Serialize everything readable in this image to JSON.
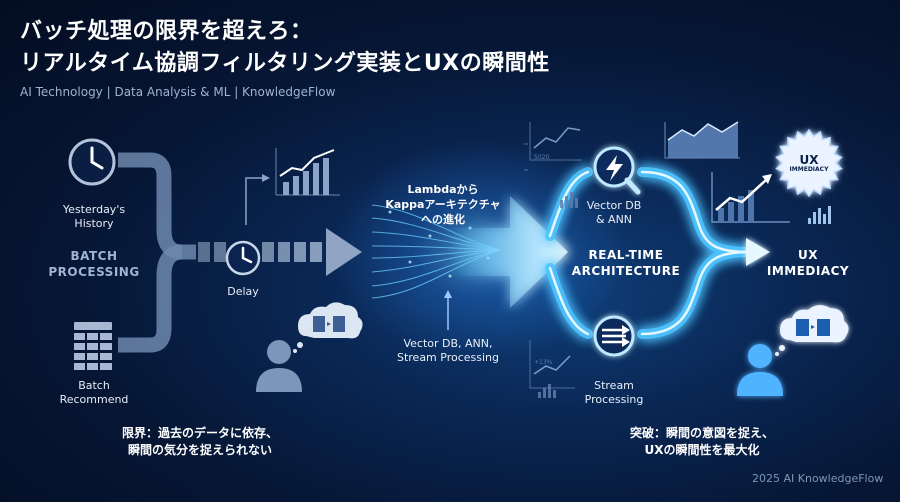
{
  "header": {
    "title_line1": "バッチ処理の限界を超えろ：",
    "title_line2": "リアルタイム協調フィルタリング実装とUXの瞬間性",
    "subtitle": "AI Technology | Data Analysis & ML | KnowledgeFlow"
  },
  "batch": {
    "history_line1": "Yesterday's",
    "history_line2": "History",
    "processing_line1": "BATCH",
    "processing_line2": "PROCESSING",
    "recommend_line1": "Batch",
    "recommend_line2": "Recommend",
    "delay": "Delay",
    "limit_line1": "限界：過去のデータに依存、",
    "limit_line2": "瞬間の気分を捉えられない"
  },
  "transition": {
    "line1": "Lambdaから",
    "line2": "Kappaアーキテクチャ",
    "line3": "への進化",
    "tech_line1": "Vector DB, ANN,",
    "tech_line2": "Stream Processing"
  },
  "realtime": {
    "vector_line1": "Vector DB",
    "vector_line2": "& ANN",
    "arch_line1": "REAL-TIME",
    "arch_line2": "ARCHITECTURE",
    "stream_line1": "Stream",
    "stream_line2": "Processing",
    "tick_top": "5020",
    "tick_bottom": "+13%"
  },
  "ux": {
    "badge_line1": "UX",
    "badge_line2": "IMMEDIACY",
    "label_line1": "UX",
    "label_line2": "IMMEDIACY",
    "breakthrough_line1": "突破：瞬間の意図を捉え、",
    "breakthrough_line2": "UXの瞬間性を最大化"
  },
  "footer": {
    "credit": "2025 AI KnowledgeFlow"
  },
  "colors": {
    "glow": "#4fc3ff",
    "accent": "#2f8cff",
    "muted": "#9fb3d4",
    "background": "#06132b"
  }
}
